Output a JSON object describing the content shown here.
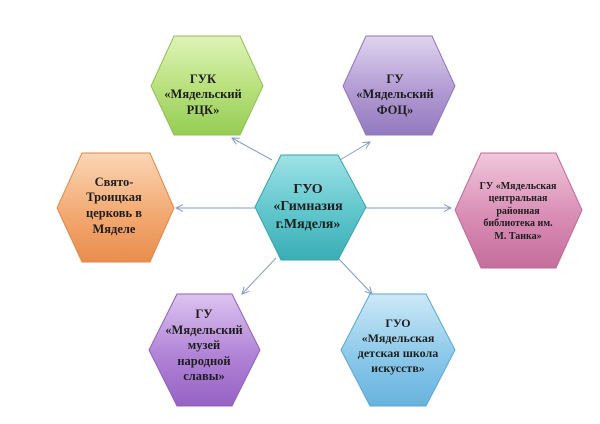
{
  "nodes": {
    "center": {
      "text": "ГУО\n«Гимназия\nг.Мяделя»",
      "color": "#5fc6cc"
    },
    "guk_rck": {
      "text": "ГУК\n«Мядельский\nРЦК»",
      "color": "#b6e07a"
    },
    "gu_foc": {
      "text": "ГУ\n«Мядельский\nФОЦ»",
      "color": "#b29bd3"
    },
    "church": {
      "text": "Свято-\nТроицкая\nцерковь в\nМяделе",
      "color": "#f3aa73"
    },
    "library": {
      "text": "ГУ «Мядельская\nцентральная\nрайонная\nбиблиотека им.\nМ. Танка»",
      "color": "#d98db5"
    },
    "museum": {
      "text": "ГУ\n«Мядельский\nмузей\nнародной\nславы»",
      "color": "#b183d7"
    },
    "art_school": {
      "text": "ГУО\n«Мядельская\nдетская школа\nискусств»",
      "color": "#8cc9ea"
    }
  },
  "arrow_color": "#7f9cc4"
}
